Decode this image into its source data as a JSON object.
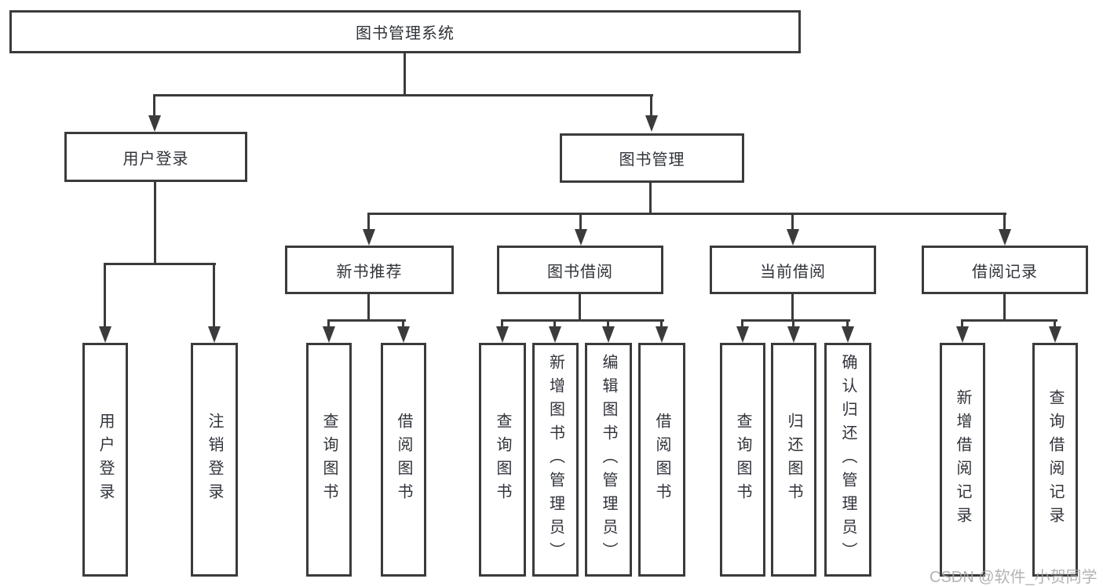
{
  "title": "图书管理系统",
  "tree": {
    "root": {
      "label": "图书管理系统"
    },
    "branches": [
      {
        "label": "用户登录",
        "children": [
          {
            "label": "用户登录"
          },
          {
            "label": "注销登录"
          }
        ]
      },
      {
        "label": "图书管理",
        "groups": [
          {
            "label": "新书推荐",
            "children": [
              {
                "label": "查询图书"
              },
              {
                "label": "借阅图书"
              }
            ]
          },
          {
            "label": "图书借阅",
            "children": [
              {
                "label": "查询图书"
              },
              {
                "label": "新增图书（管理员）"
              },
              {
                "label": "编辑图书（管理员）"
              },
              {
                "label": "借阅图书"
              }
            ]
          },
          {
            "label": "当前借阅",
            "children": [
              {
                "label": "查询图书"
              },
              {
                "label": "归还图书"
              },
              {
                "label": "确认归还（管理员）"
              }
            ]
          },
          {
            "label": "借阅记录",
            "children": [
              {
                "label": "新增借阅记录"
              },
              {
                "label": "查询借阅记录"
              }
            ]
          }
        ]
      }
    ]
  },
  "watermark": "CSDN @软件_小贺同学",
  "colors": {
    "line": "#3b3b3d",
    "text": "#30333a",
    "watermark": "#a6a6a6",
    "background": "#ffffff"
  }
}
